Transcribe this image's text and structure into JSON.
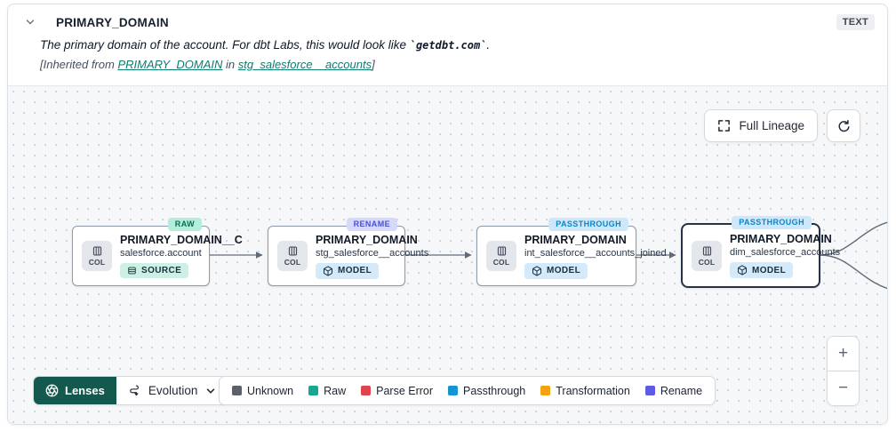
{
  "header": {
    "title": "PRIMARY_DOMAIN",
    "type_badge": "TEXT",
    "description_prefix": "The primary domain of the account. For dbt Labs, this would look like ",
    "description_code": "`getdbt.com`",
    "description_suffix": ".",
    "inherited_prefix": "[Inherited from ",
    "inherited_link_column": "PRIMARY_DOMAIN",
    "inherited_middle": " in ",
    "inherited_link_model": "stg_salesforce__accounts",
    "inherited_suffix": "]"
  },
  "toolbar": {
    "full_lineage_label": "Full Lineage"
  },
  "nodes": [
    {
      "name": "PRIMARY_DOMAIN__C",
      "table": "salesforce.account",
      "resource": "SOURCE",
      "tag": "RAW",
      "col_label": "COL",
      "selected": false
    },
    {
      "name": "PRIMARY_DOMAIN",
      "table": "stg_salesforce__accounts",
      "resource": "MODEL",
      "tag": "RENAME",
      "col_label": "COL",
      "selected": false
    },
    {
      "name": "PRIMARY_DOMAIN",
      "table": "int_salesforce__accounts_joined",
      "resource": "MODEL",
      "tag": "PASSTHROUGH",
      "col_label": "COL",
      "selected": false
    },
    {
      "name": "PRIMARY_DOMAIN",
      "table": "dim_salesforce_accounts",
      "resource": "MODEL",
      "tag": "PASSTHROUGH",
      "col_label": "COL",
      "selected": true
    }
  ],
  "footer": {
    "lenses_label": "Lenses",
    "lens_selected": "Evolution",
    "legend": [
      {
        "label": "Unknown",
        "color": "#5b6069"
      },
      {
        "label": "Raw",
        "color": "#17a692"
      },
      {
        "label": "Parse Error",
        "color": "#e2444f"
      },
      {
        "label": "Passthrough",
        "color": "#1495d2"
      },
      {
        "label": "Transformation",
        "color": "#f2a30f"
      },
      {
        "label": "Rename",
        "color": "#5d5be6"
      }
    ]
  },
  "zoom_controls": {
    "zoom_in": "+",
    "zoom_out": "−"
  },
  "colors": {
    "canvas_bg": "#f6f7f9",
    "lenses_bg": "#14594e",
    "link_teal": "#0d7d6c",
    "tag_raw_bg": "#b2eeda",
    "tag_rename_bg": "#d6d9fb",
    "tag_passthrough_bg": "#cde8fa",
    "edge": "#5f6b7a"
  }
}
